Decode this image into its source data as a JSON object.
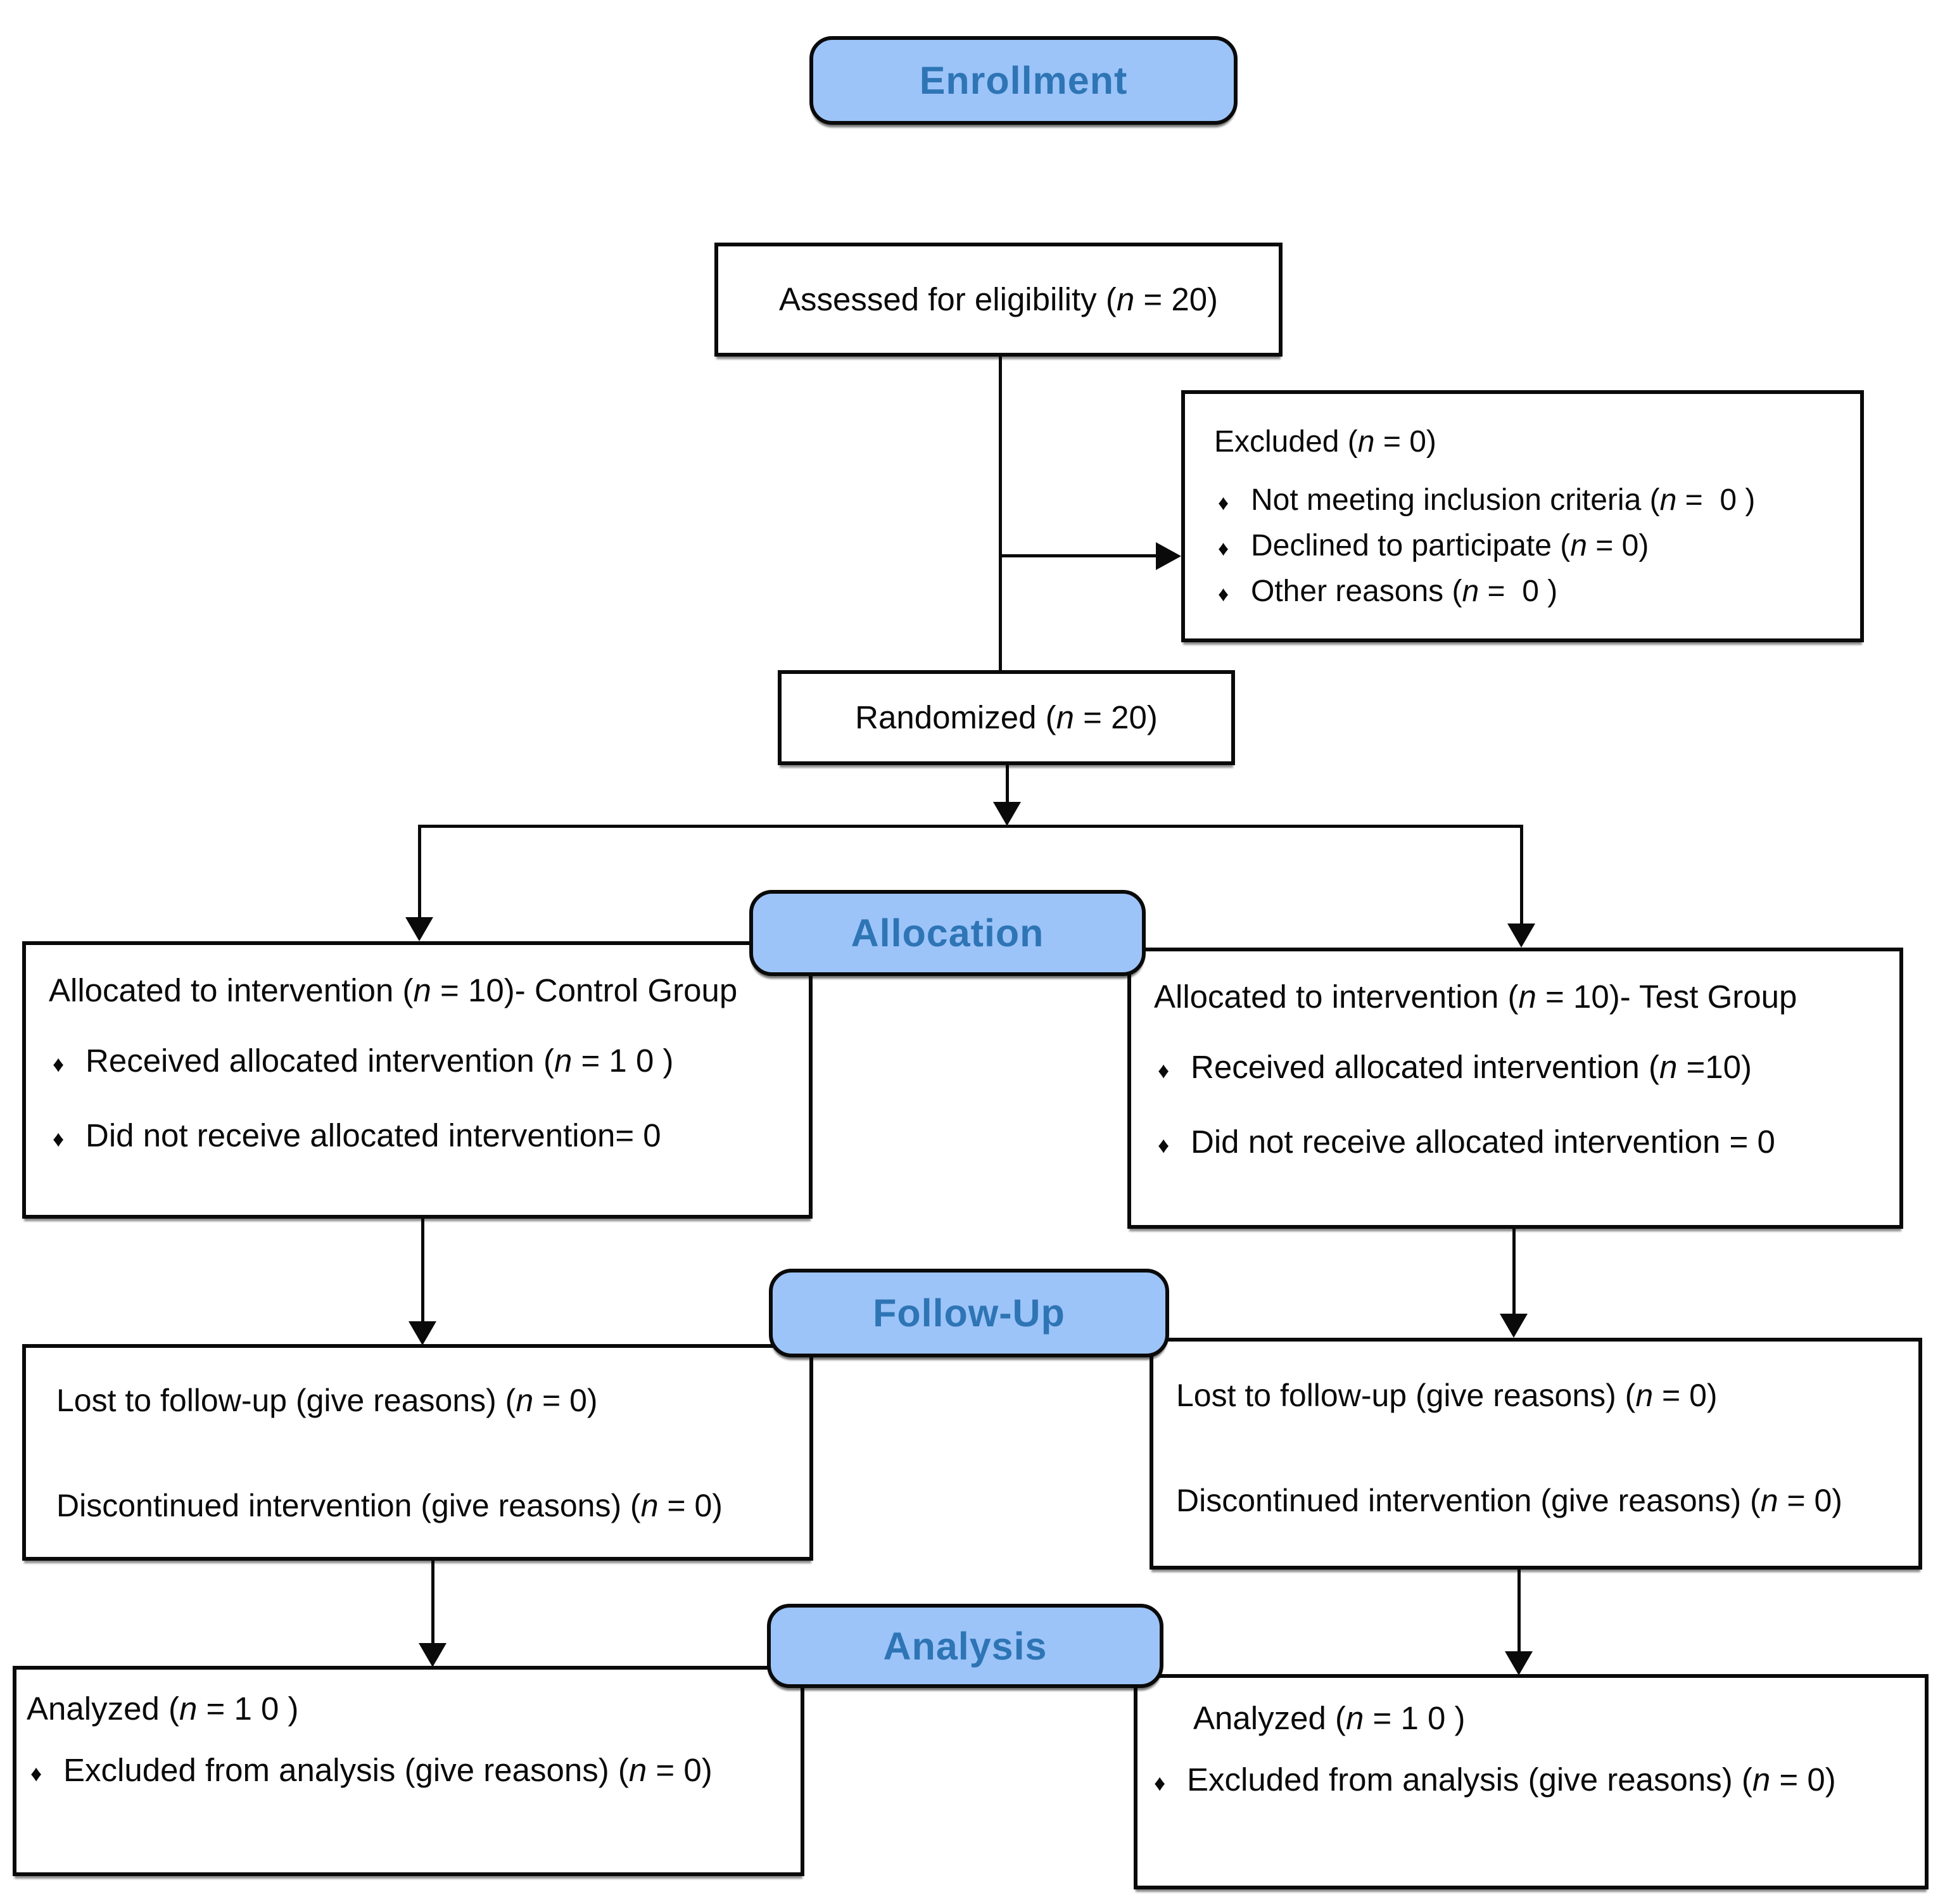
{
  "ui": {
    "bullet_glyph": "♦",
    "header_fill": "#9DC4F8",
    "header_text_color": "#2E75B5",
    "border_color": "#0a0a0a"
  },
  "stages": {
    "enrollment": "Enrollment",
    "allocation": "Allocation",
    "followup": "Follow-Up",
    "analysis": "Analysis"
  },
  "boxes": {
    "assessed": {
      "text": "Assessed for eligibility (n = 20)"
    },
    "excluded": {
      "title": "Excluded (n = 0)",
      "bullets": [
        "Not meeting inclusion criteria (n =  0 )",
        "Declined to participate (n = 0)",
        "Other reasons (n =  0 )"
      ]
    },
    "randomized": {
      "text": "Randomized (n = 20)"
    },
    "allocation_control": {
      "title": "Allocated to intervention (n = 10)- Control Group",
      "bullets": [
        "Received allocated intervention (n = 1 0 )",
        "Did not receive allocated intervention= 0"
      ]
    },
    "allocation_test": {
      "title": "Allocated to intervention (n = 10)- Test Group",
      "bullets": [
        "Received allocated intervention (n =10)",
        "Did not receive allocated intervention = 0"
      ]
    },
    "followup_control": {
      "lines": [
        "Lost to follow-up (give reasons) (n = 0)",
        "Discontinued intervention (give reasons) (n = 0)"
      ]
    },
    "followup_test": {
      "lines": [
        "Lost to follow-up (give reasons) (n = 0)",
        "Discontinued intervention (give reasons) (n = 0)"
      ]
    },
    "analysis_control": {
      "title": "Analyzed (n = 1 0 )",
      "bullets": [
        "Excluded from analysis (give reasons) (n = 0)"
      ]
    },
    "analysis_test": {
      "title": "Analyzed (n = 1 0 )",
      "bullets": [
        "Excluded from analysis (give reasons) (n = 0)"
      ]
    }
  }
}
